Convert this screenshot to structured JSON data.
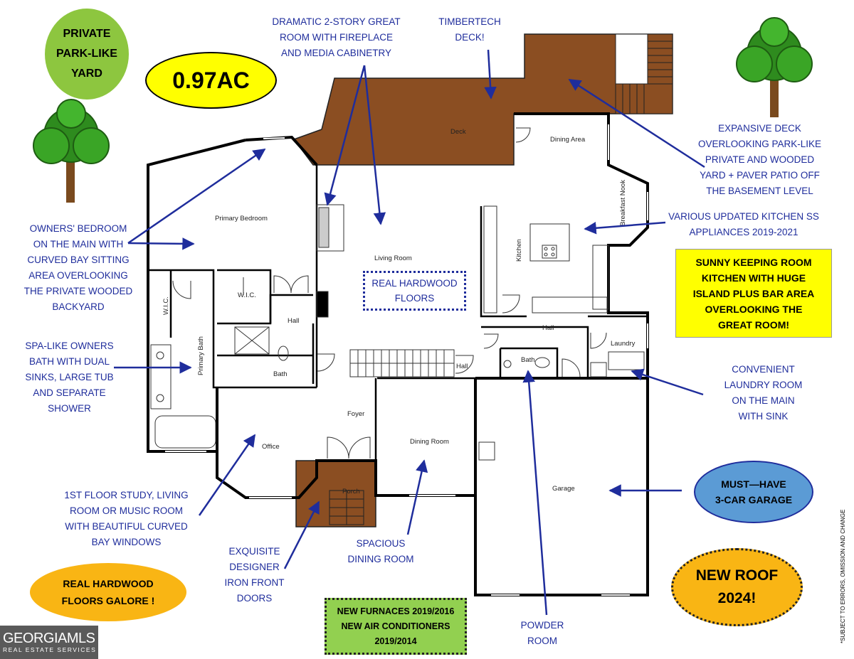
{
  "rooms": {
    "deck": "Deck",
    "dining_area": "Dining Area",
    "breakfast_nook": "Breakfast Nook",
    "primary_bedroom": "Primary Bedroom",
    "living_room": "Living Room",
    "kitchen": "Kitchen",
    "wic_1": "W.I.C.",
    "wic_2": "W.I.C.",
    "hall_1": "Hall",
    "hall_2": "Hall",
    "hall_3": "Hall",
    "primary_bath": "Primary Bath",
    "bath_1": "Bath",
    "bath_2": "Bath",
    "laundry": "Laundry",
    "foyer": "Foyer",
    "office": "Office",
    "dining_room": "Dining Room",
    "porch": "Porch",
    "garage": "Garage"
  },
  "callouts": {
    "great_room": "DRAMATIC 2-STORY GREAT\nROOM WITH FIREPLACE\nAND MEDIA CABINETRY",
    "timbertech": "TIMBERTECH\nDECK!",
    "expansive_deck": "EXPANSIVE DECK\nOVERLOOKING PARK-LIKE\nPRIVATE AND WOODED\nYARD + PAVER PATIO OFF\nTHE BASEMENT LEVEL",
    "kitchen_appliances": "VARIOUS UPDATED KITCHEN SS\nAPPLIANCES 2019-2021",
    "owners_bedroom": "OWNERS' BEDROOM\nON THE MAIN WITH\nCURVED BAY SITTING\nAREA OVERLOOKING\nTHE PRIVATE WOODED\nBACKYARD",
    "spa_bath": "SPA-LIKE OWNERS\nBATH WITH DUAL\nSINKS, LARGE TUB\nAND SEPARATE\nSHOWER",
    "laundry_room": "CONVENIENT\nLAUNDRY ROOM\nON THE MAIN\nWITH SINK",
    "study": "1ST FLOOR STUDY, LIVING\nROOM OR MUSIC ROOM\nWITH BEAUTIFUL CURVED\nBAY WINDOWS",
    "front_doors": "EXQUISITE\nDESIGNER\nIRON FRONT\nDOORS",
    "dining_room": "SPACIOUS\nDINING ROOM",
    "powder_room": "POWDER\nROOM"
  },
  "badges": {
    "yard": "PRIVATE\nPARK-LIKE\nYARD",
    "acreage": "0.97AC",
    "hardwood_box": "REAL HARDWOOD\nFLOORS",
    "keeping_room": "SUNNY KEEPING ROOM\nKITCHEN WITH HUGE\nISLAND PLUS BAR AREA\nOVERLOOKING THE\nGREAT ROOM!",
    "garage": "MUST—HAVE\n3-CAR GARAGE",
    "hardwood_galore": "REAL HARDWOOD\nFLOORS GALORE !",
    "hvac": "NEW FURNACES 2019/2016\nNEW AIR CONDITIONERS\n2019/2014",
    "roof": "NEW ROOF\n2024!"
  },
  "logo": {
    "line1": "GEORGIAMLS",
    "line2": "REAL ESTATE SERVICES"
  },
  "disclaimer": "*SUBJECT TO ERRORS, OMISSION AND CHANGE",
  "colors": {
    "deck": "#8b4e22",
    "arrow": "#1f2d9c",
    "green_badge": "#8dc63f",
    "yellow_badge": "#ffff00",
    "blue_badge": "#5b9bd5",
    "orange_badge": "#f9b514",
    "hvac_box": "#92d050"
  }
}
